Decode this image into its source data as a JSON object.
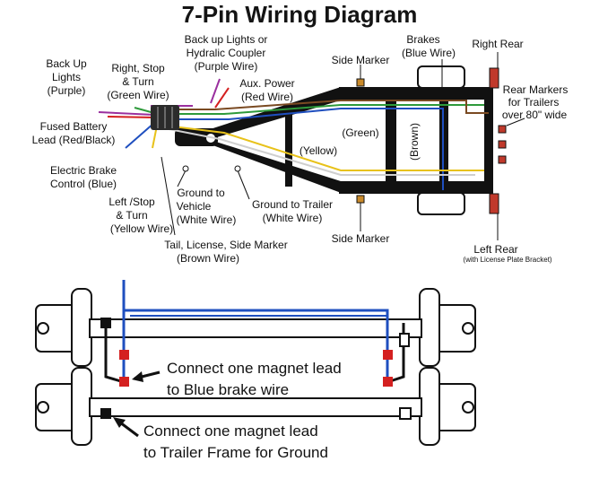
{
  "title": "7-Pin Wiring Diagram",
  "labels": {
    "back_up_lights": [
      "Back Up",
      "Lights",
      "(Purple)"
    ],
    "right_stop_turn": [
      "Right, Stop",
      "& Turn",
      "(Green Wire)"
    ],
    "backup_hydraulic": [
      "Back up Lights or",
      "Hydralic Coupler",
      "(Purple Wire)"
    ],
    "aux_power": [
      "Aux. Power",
      "(Red Wire)"
    ],
    "fused_battery": [
      "Fused Battery",
      "Lead (Red/Black)"
    ],
    "electric_brake": [
      "Electric Brake",
      "Control (Blue)"
    ],
    "left_stop_turn": [
      "Left /Stop",
      "& Turn",
      "(Yellow Wire)"
    ],
    "ground_vehicle": [
      "Ground to",
      "Vehicle",
      "(White Wire)"
    ],
    "ground_trailer": [
      "Ground to Trailer",
      "(White Wire)"
    ],
    "tail_license": [
      "Tail, License, Side Marker",
      "(Brown Wire)"
    ],
    "side_marker_top": "Side Marker",
    "side_marker_bottom": "Side Marker",
    "brakes": [
      "Brakes",
      "(Blue Wire)"
    ],
    "right_rear": "Right Rear",
    "rear_markers": [
      "Rear Markers",
      "for Trailers",
      "over 80\" wide"
    ],
    "green": "(Green)",
    "yellow": "(Yellow)",
    "brown": "(Brown)",
    "left_rear": "Left Rear",
    "license_bracket": "(with License Plate Bracket)"
  },
  "notes": {
    "magnet_blue": [
      "Connect one magnet lead",
      "to Blue brake wire"
    ],
    "magnet_ground": [
      "Connect one magnet lead",
      "to Trailer Frame for Ground"
    ]
  },
  "colors": {
    "frame": "#111111",
    "red": "#d42020",
    "blue": "#1f4fbf",
    "green": "#2e9a3b",
    "yellow": "#e8c21a",
    "purple": "#9a2f9e",
    "brown": "#7a4a22",
    "white_wire": "#cfcfcf",
    "lamp_red": "#c0392b",
    "marker_amber": "#c98a2a"
  }
}
